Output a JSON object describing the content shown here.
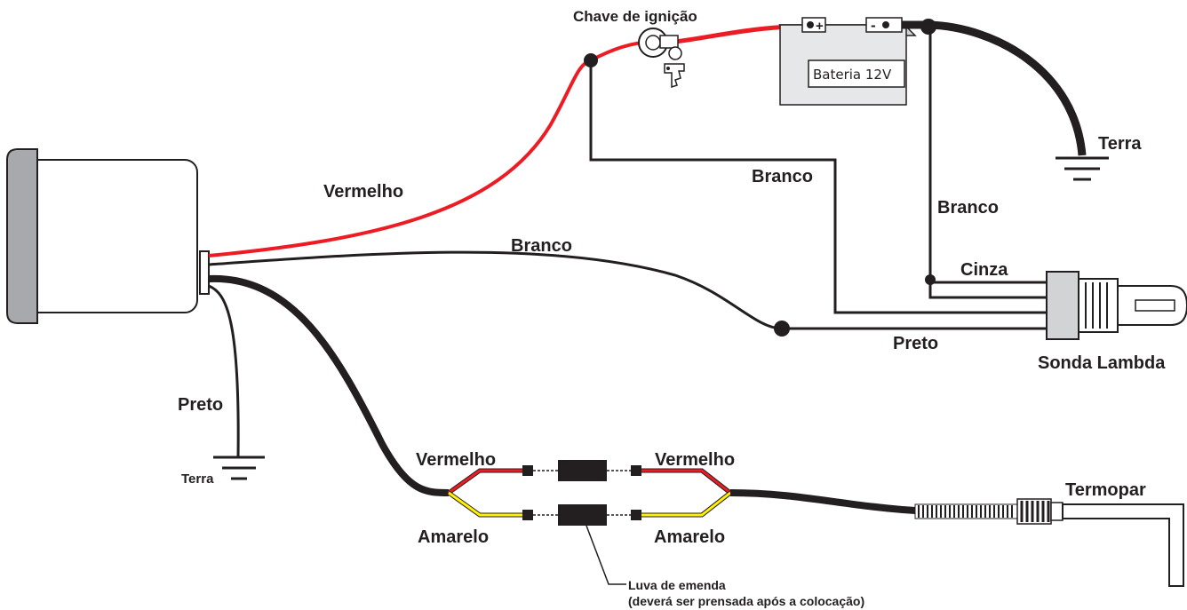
{
  "diagram": {
    "colors": {
      "red_wire": "#ed1c24",
      "black_wire": "#231f20",
      "yellow_wire": "#fff200",
      "gauge_bezel": "#a7a9ac",
      "battery": "#e6e7e8"
    },
    "labels": {
      "ignition_key": "Chave de ignição",
      "battery": "Bateria 12V",
      "battery_pos": "+",
      "battery_neg": "-",
      "ground_top": "Terra",
      "ground_left": "Terra",
      "red_main": "Vermelho",
      "white_gauge": "Branco",
      "white_ignition": "Branco",
      "white_ground": "Branco",
      "gray": "Cinza",
      "black_sensor": "Preto",
      "black_ground": "Preto",
      "lambda_sensor": "Sonda Lambda",
      "red_left": "Vermelho",
      "red_right": "Vermelho",
      "yellow_left": "Amarelo",
      "yellow_right": "Amarelo",
      "thermocouple": "Termopar",
      "splice_line1": "Luva de emenda",
      "splice_line2": "(deverá ser prensada após a colocação)"
    }
  }
}
